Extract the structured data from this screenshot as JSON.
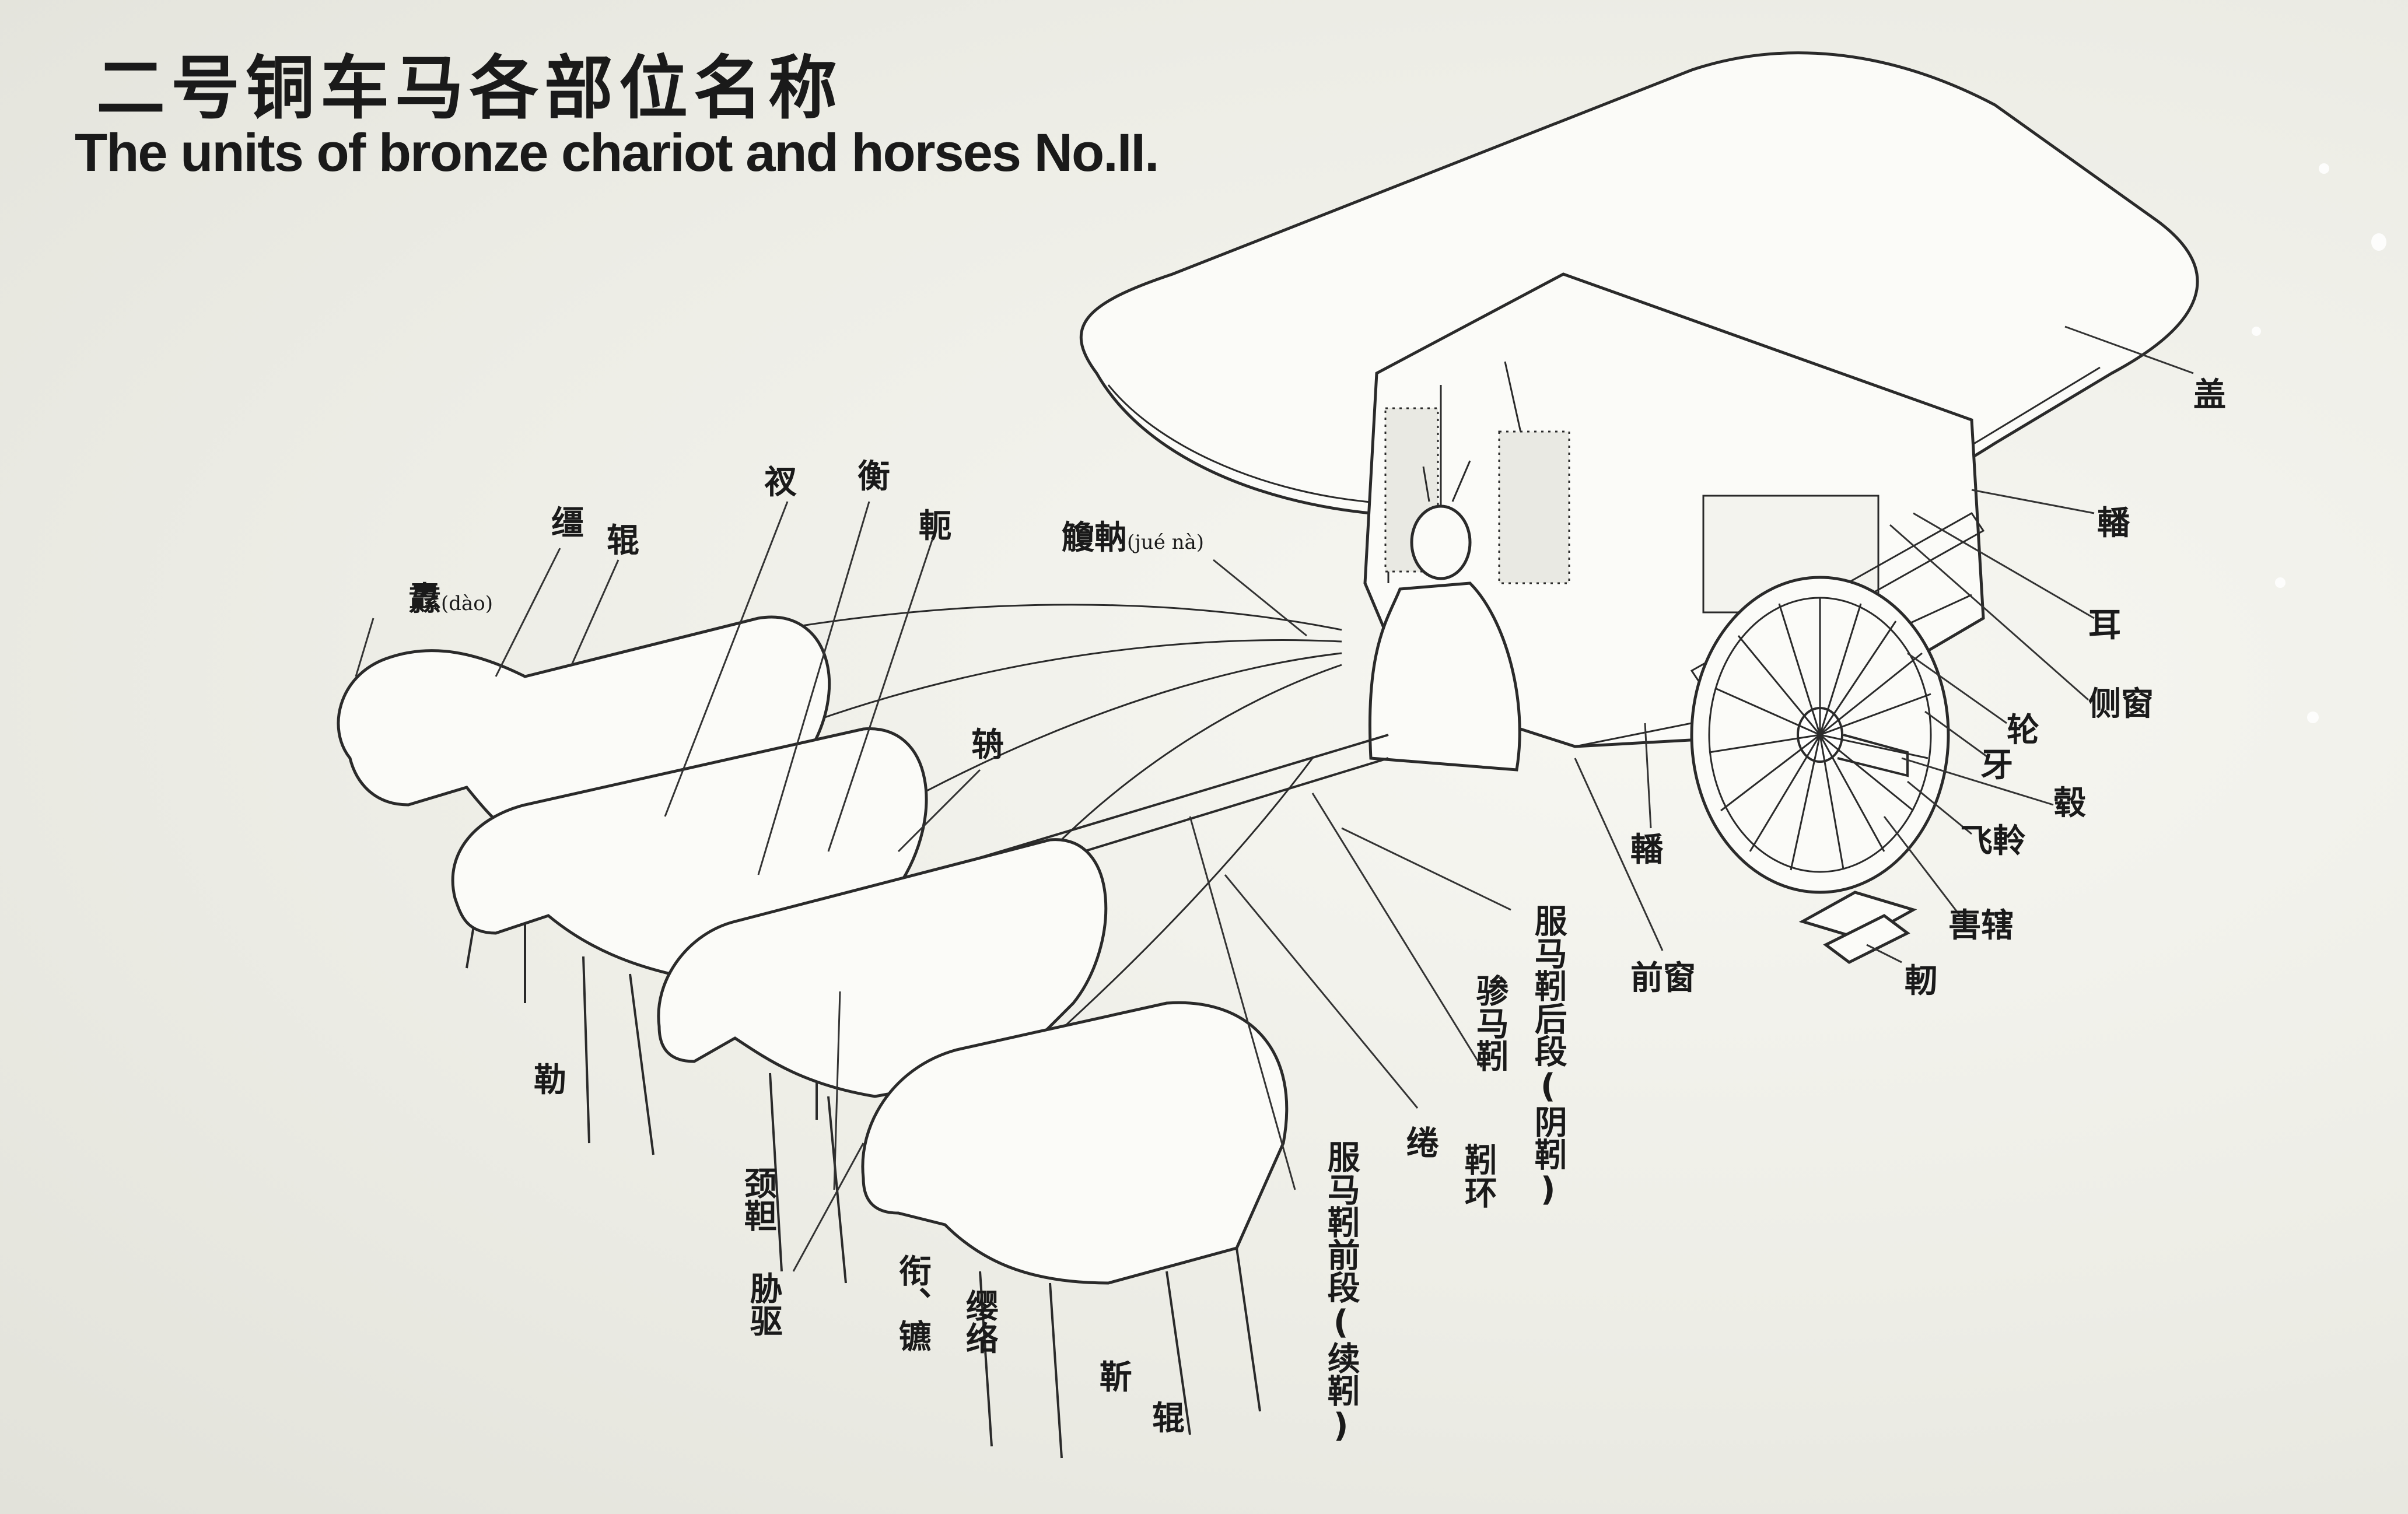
{
  "title_zh": "二号铜车马各部位名称",
  "title_en": "The units of bronze chariot and horses No.II.",
  "labels": {
    "dao": "纛",
    "dao_pinyin": "(dào)",
    "tao": "缰",
    "gun1": "辊",
    "cha": "衩",
    "heng": "衡",
    "e": "軛",
    "jue_na": "觼軜",
    "jue_na_pinyin": "(jué nà)",
    "zhou": "辀",
    "le": "勒",
    "gai": "盖",
    "fan1": "轓",
    "er": "耳",
    "cechuang": "侧窗",
    "lun": "轮",
    "ya": "牙",
    "gu": "毂",
    "feiling": "飞軨",
    "weixia": "軎辖",
    "ren": "軔",
    "fan2": "轓",
    "qianchuang": "前窗",
    "fumajin_hou": "服马靷后段(阴靷)",
    "canmajin": "骖马靷",
    "jinhuan": "靷环",
    "quan": "绻",
    "fumajin_qian": "服马靷前段(续靷)",
    "jingge": "颈靼",
    "xiequ": "胁驱",
    "xian_le": "衔、镳",
    "yingluo": "缨络",
    "jin": "靳",
    "gun2": "辊"
  }
}
